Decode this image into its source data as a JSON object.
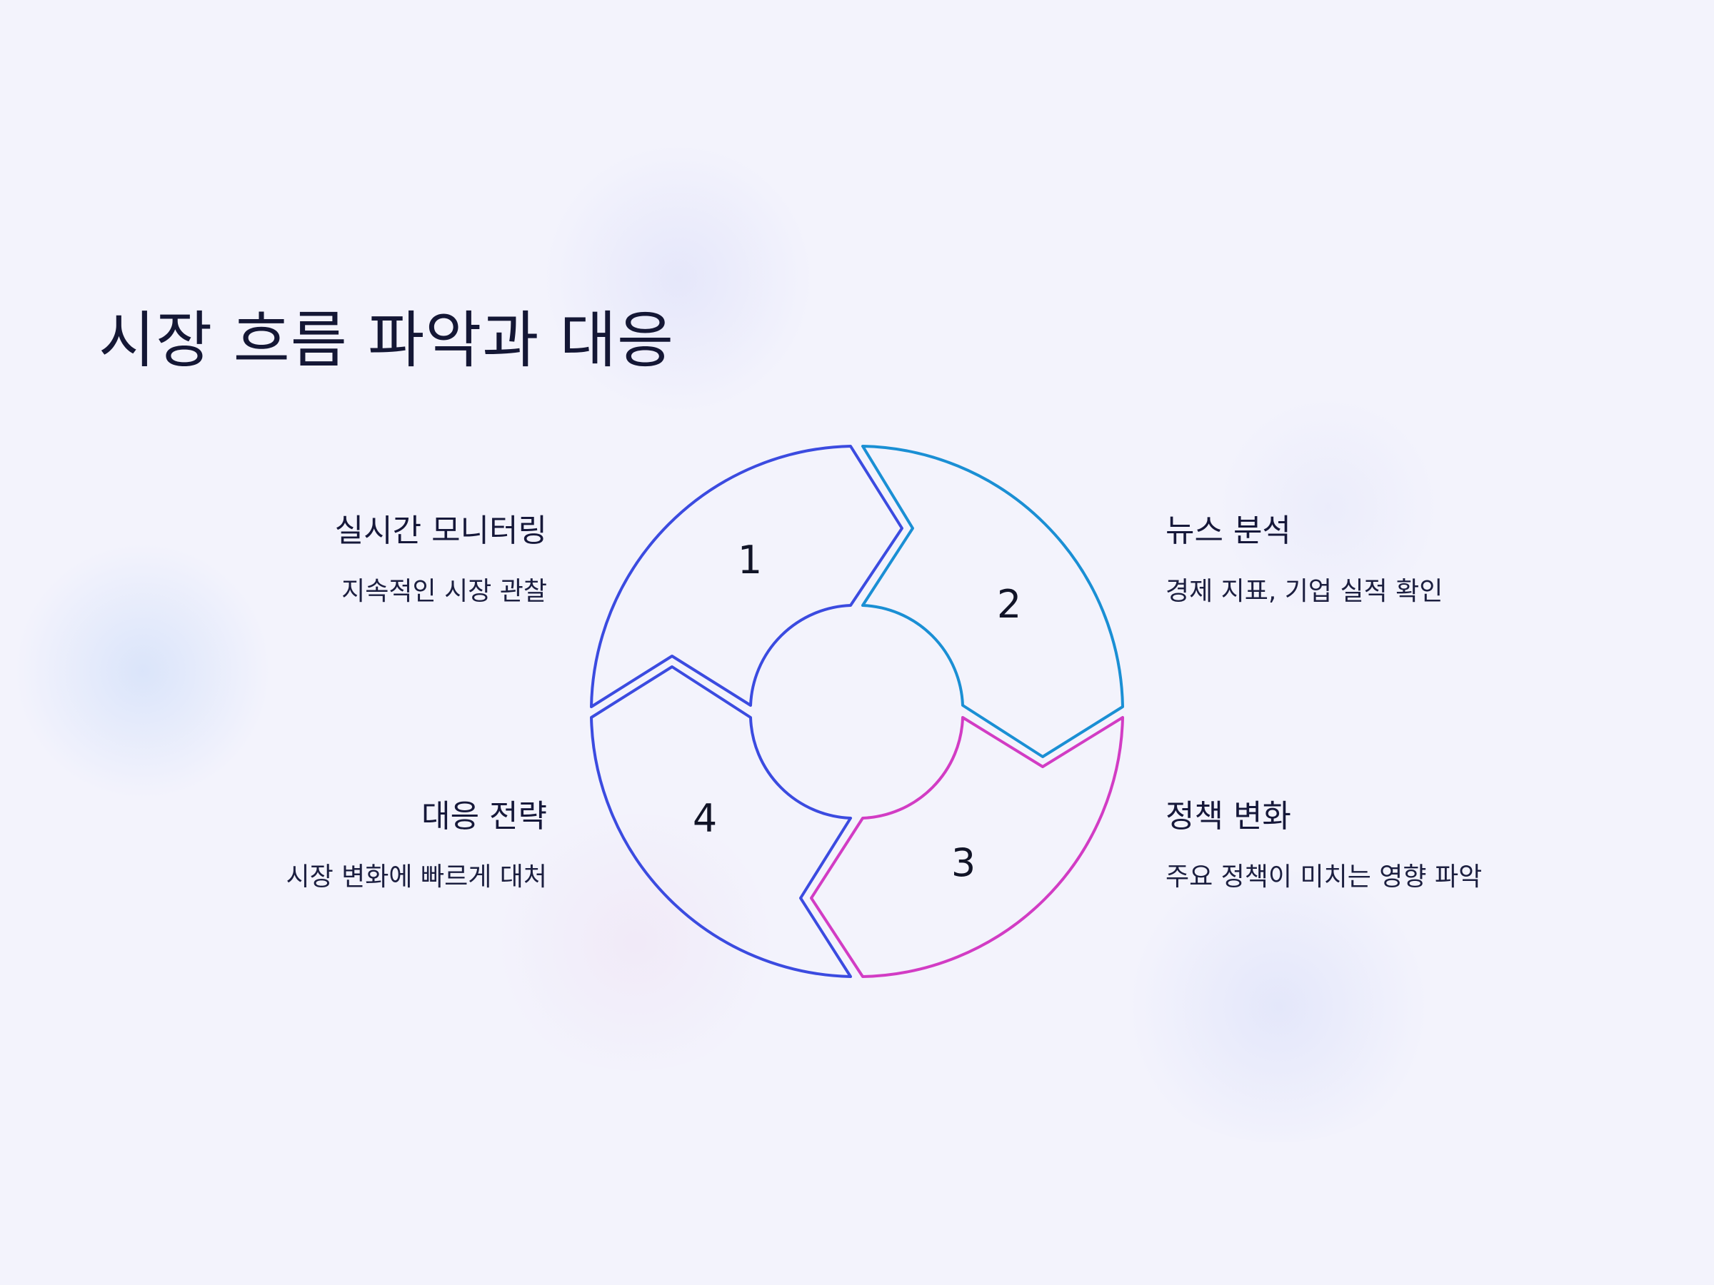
{
  "title": "시장 흐름 파악과 대응",
  "colors": {
    "segment1": "#3b4be0",
    "segment2": "#1a8fd4",
    "segment3": "#d23cc4",
    "segment4": "#3b4be0",
    "text": "#16183a",
    "background": "#f3f3fc"
  },
  "steps": [
    {
      "number": "1",
      "title": "실시간 모니터링",
      "description": "지속적인 시장 관찰"
    },
    {
      "number": "2",
      "title": "뉴스 분석",
      "description": "경제 지표, 기업 실적 확인"
    },
    {
      "number": "3",
      "title": "정책 변화",
      "description": "주요 정책이 미치는 영향 파악"
    },
    {
      "number": "4",
      "title": "대응 전략",
      "description": "시장 변화에 빠르게 대처"
    }
  ]
}
